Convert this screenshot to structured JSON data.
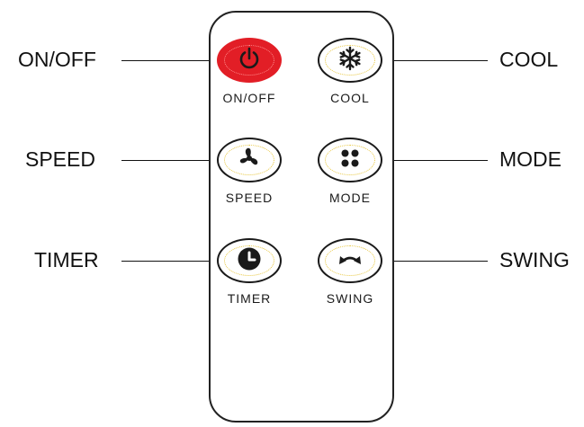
{
  "buttons": [
    {
      "key": "onoff",
      "label": "ON/OFF",
      "icon": "power-icon",
      "color": "#e21e26"
    },
    {
      "key": "cool",
      "label": "COOL",
      "icon": "snowflake-icon"
    },
    {
      "key": "speed",
      "label": "SPEED",
      "icon": "fan-icon"
    },
    {
      "key": "mode",
      "label": "MODE",
      "icon": "four-dots-icon"
    },
    {
      "key": "timer",
      "label": "TIMER",
      "icon": "clock-icon"
    },
    {
      "key": "swing",
      "label": "SWING",
      "icon": "swing-arrows-icon"
    }
  ],
  "callouts": {
    "left": [
      "ON/OFF",
      "SPEED",
      "TIMER"
    ],
    "right": [
      "COOL",
      "MODE",
      "SWING"
    ]
  }
}
